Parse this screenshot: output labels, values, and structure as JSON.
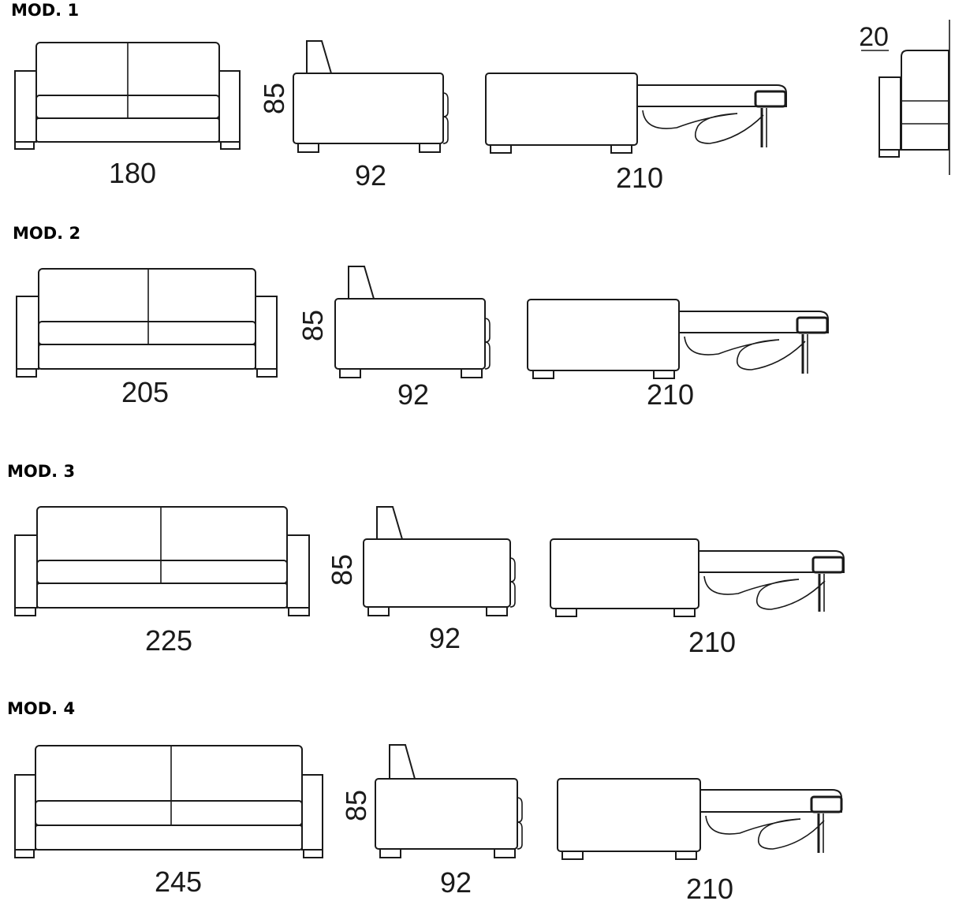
{
  "models": [
    {
      "label": "MOD. 1",
      "width": "180",
      "depth": "92",
      "height": "85",
      "open_length": "210"
    },
    {
      "label": "MOD. 2",
      "width": "205",
      "depth": "92",
      "height": "85",
      "open_length": "210"
    },
    {
      "label": "MOD. 3",
      "width": "225",
      "depth": "92",
      "height": "85",
      "open_length": "210"
    },
    {
      "label": "MOD. 4",
      "width": "245",
      "depth": "92",
      "height": "85",
      "open_length": "210"
    }
  ],
  "armrest": {
    "width": "20"
  }
}
